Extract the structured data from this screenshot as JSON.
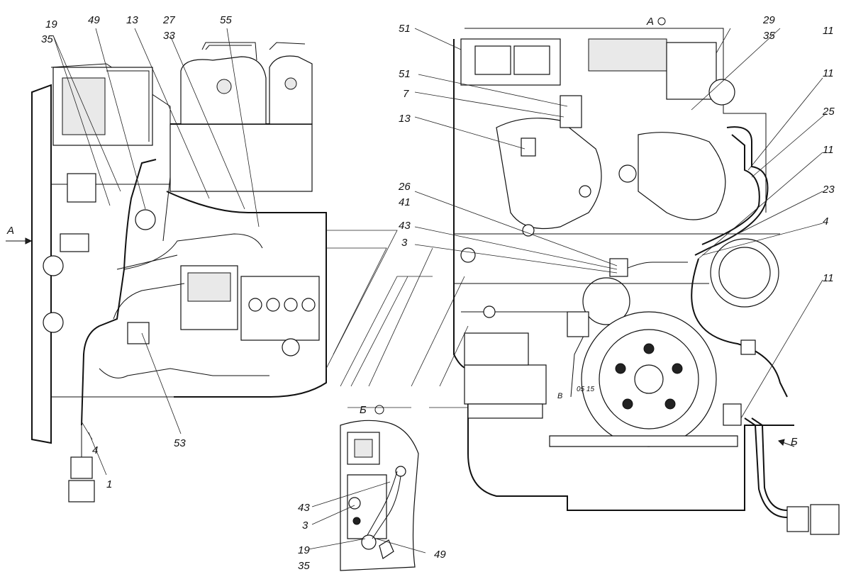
{
  "labels": {
    "left": {
      "l19_35": [
        "19",
        "35"
      ],
      "l49": "49",
      "l13": "13",
      "l27_33": [
        "27",
        "33"
      ],
      "l55": "55",
      "lA": "А",
      "l4": "4",
      "l1": "1",
      "l53": "53"
    },
    "right": {
      "l51a": "51",
      "l51b": "51",
      "l7": "7",
      "l13": "13",
      "lA": "А",
      "l29_35": [
        "29",
        "35"
      ],
      "l11a": "11",
      "l11b": "11",
      "l25": "25",
      "l11c": "11",
      "l26_41": [
        "26",
        "41"
      ],
      "l23": "23",
      "l43": "43",
      "l3": "3",
      "l4": "4",
      "l11d": "11",
      "lB": "Б",
      "lV": "В",
      "lStamp": "05 15"
    },
    "inset": {
      "title": "Б",
      "l43": "43",
      "l3": "3",
      "l19_35": [
        "19",
        "35"
      ],
      "l49": "49"
    }
  }
}
